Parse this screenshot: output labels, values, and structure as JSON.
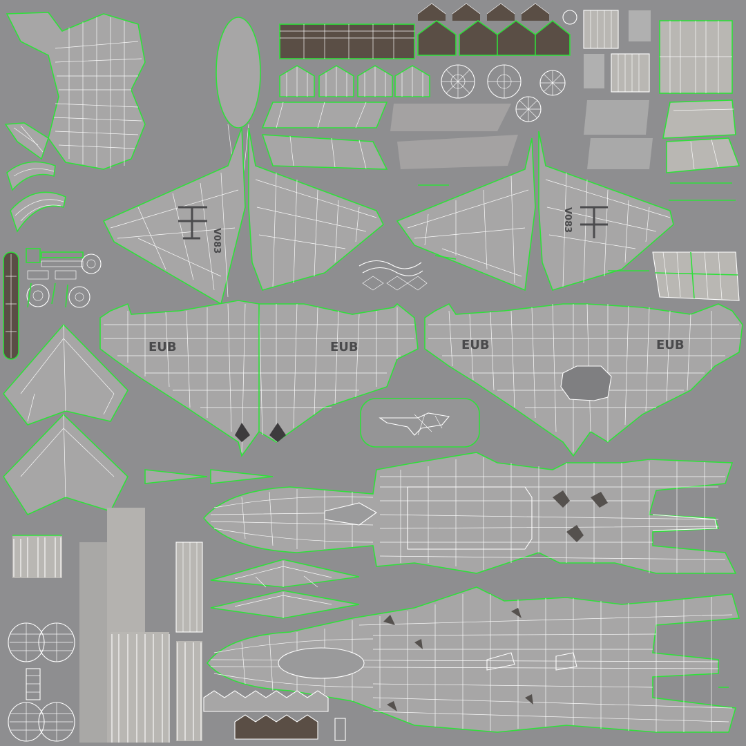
{
  "canvas": {
    "background": "#8e8e90",
    "wire_color": "#ffffff",
    "seam_color": "#2fe03a",
    "shell_color": "#a7a6a6",
    "shell_dark_color": "#5a4e45"
  },
  "markings": {
    "tail_left": "V083",
    "tail_right": "V083",
    "wing_glyph": "EUB"
  },
  "icons": [
    "gear-wheel-icon",
    "gear-wheel-icon",
    "gear-wheel-icon",
    "gear-wheel-icon",
    "gear-wheel-icon"
  ]
}
